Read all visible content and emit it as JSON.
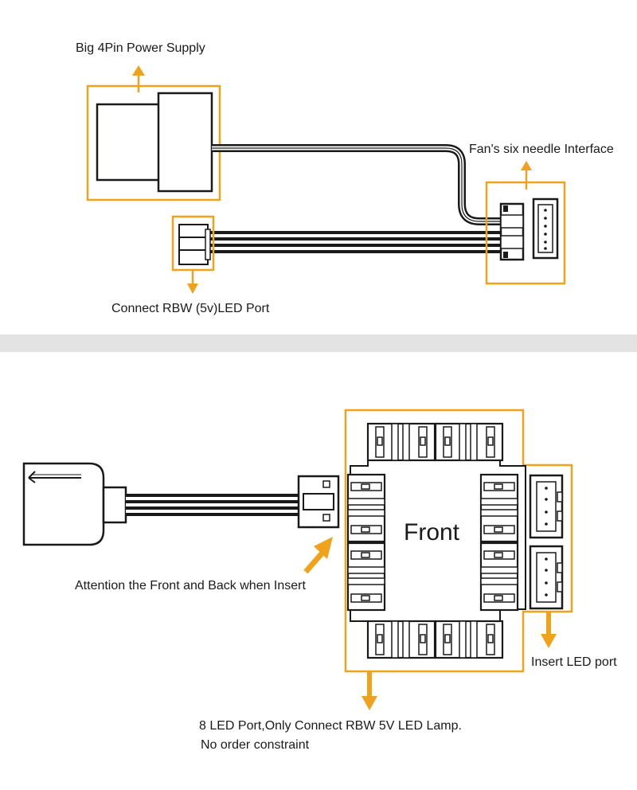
{
  "colors": {
    "accent": "#f0a21a",
    "line": "#1a1a1a",
    "divider": "#e3e3e3",
    "background": "#ffffff"
  },
  "top_panel": {
    "power_label": "Big 4Pin Power Supply",
    "fan_label": "Fan's six needle Interface",
    "led_label": "Connect RBW (5v)LED Port"
  },
  "bottom_panel": {
    "front_label": "Front",
    "attention_label": "Attention the Front and Back when Insert",
    "insert_label": "Insert LED port",
    "ports_label_line1": "8 LED Port,Only Connect RBW 5V LED Lamp.",
    "ports_label_line2": "No order constraint"
  },
  "icons": [
    "arrow-up-icon",
    "arrow-down-icon",
    "arrow-diagonal-icon"
  ]
}
